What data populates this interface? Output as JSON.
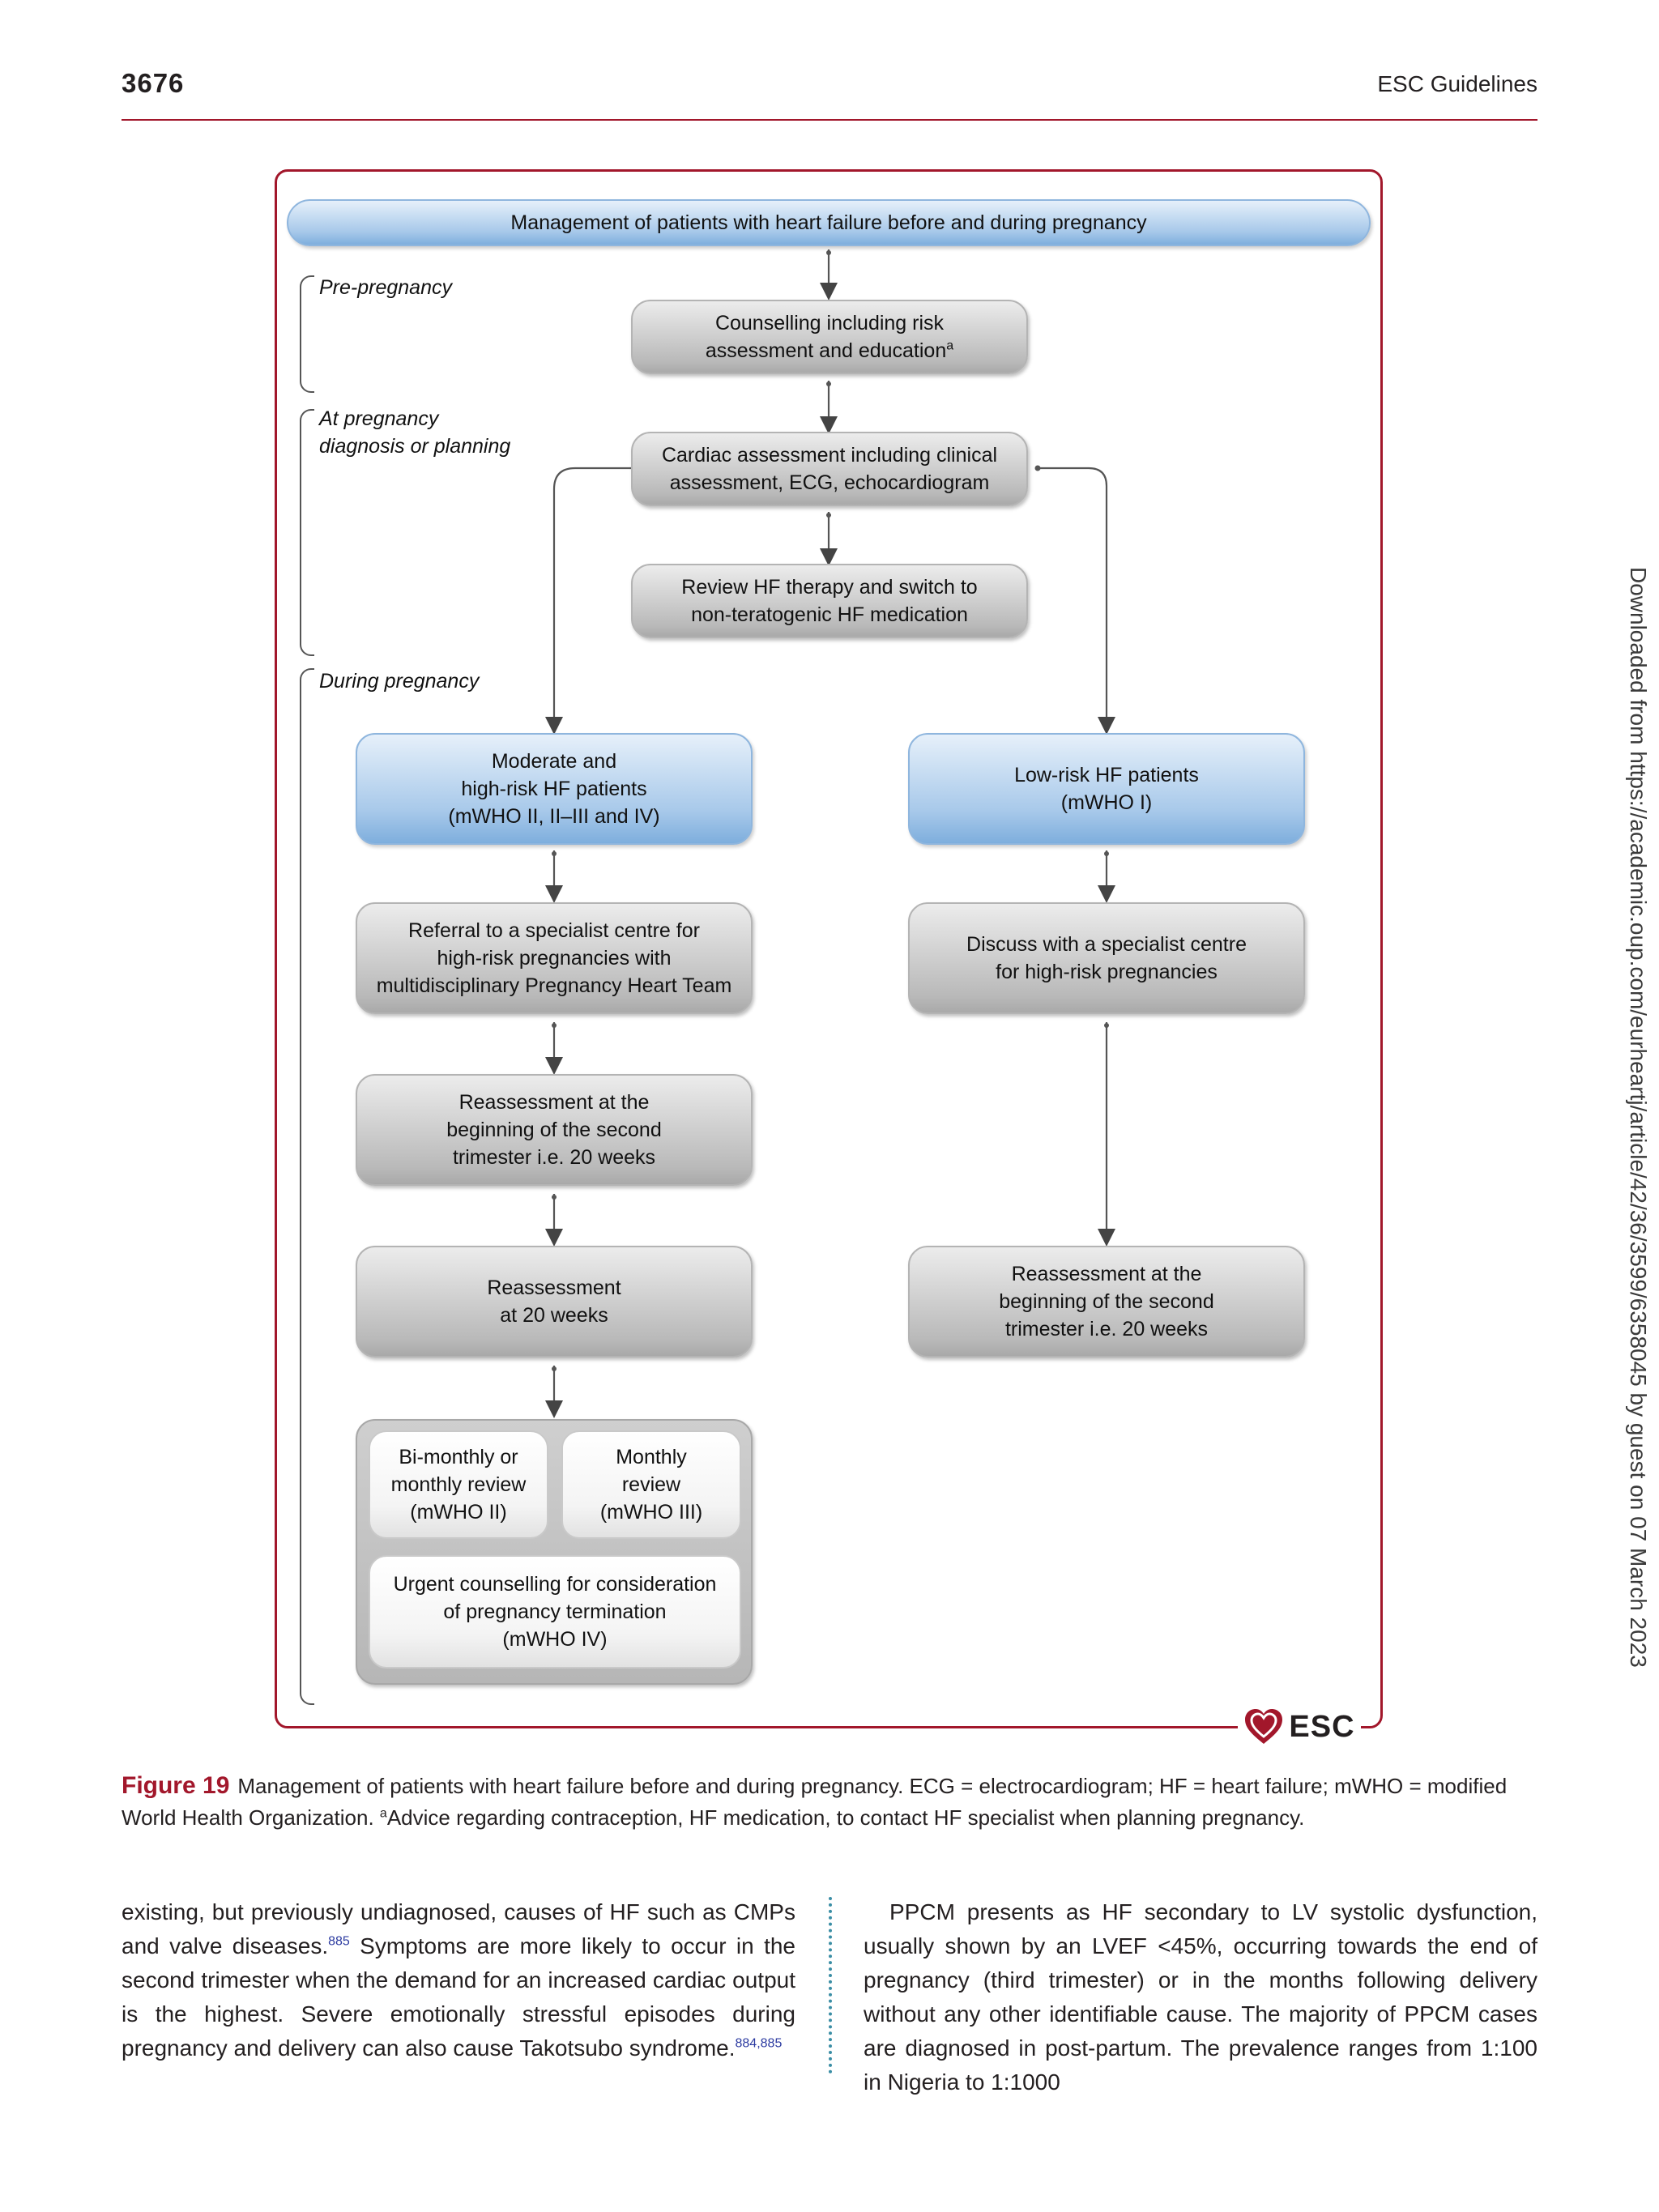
{
  "header": {
    "page_number": "3676",
    "journal": "ESC Guidelines"
  },
  "side_note": "Downloaded from https://academic.oup.com/eurheartj/article/42/36/3599/6358045 by guest on 07 March 2023",
  "figure": {
    "title": "Management of patients with heart failure before and during pregnancy",
    "phases": {
      "pre_pregnancy": "Pre-pregnancy",
      "at_pregnancy": "At pregnancy\ndiagnosis or planning",
      "during_pregnancy": "During pregnancy"
    },
    "boxes": {
      "counselling": "Counselling including risk\nassessment and education",
      "counselling_footnote": "a",
      "cardiac_assessment": "Cardiac assessment including clinical\nassessment, ECG, echocardiogram",
      "review_therapy": "Review HF therapy and switch to\nnon-teratogenic HF medication",
      "moderate_high_risk": "Moderate and\nhigh-risk HF patients\n(mWHO II, II–III and IV)",
      "referral": "Referral  to a specialist centre for\nhigh-risk pregnancies with\nmultidisciplinary Pregnancy Heart Team",
      "reassessment_left_1": "Reassessment at the\nbeginning of the second\ntrimester i.e. 20 weeks",
      "reassessment_left_2": "Reassessment\nat 20 weeks",
      "bimonthly": "Bi-monthly or\nmonthly review\n(mWHO II)",
      "monthly": "Monthly\nreview\n(mWHO III)",
      "urgent": "Urgent counselling for consideration\nof pregnancy termination\n(mWHO IV)",
      "low_risk": "Low-risk HF patients\n(mWHO I)",
      "discuss": "Discuss with a specialist centre\nfor high-risk pregnancies",
      "reassessment_right": "Reassessment at the\nbeginning of the second\ntrimester i.e. 20 weeks"
    },
    "logo_text": "ESC",
    "colors": {
      "brand": "#a2172b",
      "blue_box": "#a8c9ea",
      "gray_box": "#b9b9b9"
    }
  },
  "caption": {
    "label": "Figure 19",
    "text": "Management of patients with heart failure before and during pregnancy. ECG = electrocardiogram; HF = heart failure; mWHO = modified World Health Organization. ",
    "footnote_marker": "a",
    "footnote_text": "Advice regarding contraception, HF medication, to contact HF specialist when planning pregnancy."
  },
  "body": {
    "left": {
      "part1": "existing, but previously undiagnosed, causes of HF such as CMPs and valve diseases.",
      "ref1": "885",
      "part2": " Symptoms are more likely to occur in the second trimester when the demand for an increased cardiac output is the highest. Severe emotionally stressful episodes during pregnancy and delivery can also cause Takotsubo syndrome.",
      "ref2": "884,885"
    },
    "right": "PPCM presents as HF secondary to LV systolic dysfunction, usually shown by an LVEF <45%, occurring towards the end of pregnancy (third trimester) or in the months following delivery without any other identifiable cause. The majority of PPCM cases are diagnosed in post-partum. The prevalence ranges from 1:100 in Nigeria to 1:1000"
  }
}
